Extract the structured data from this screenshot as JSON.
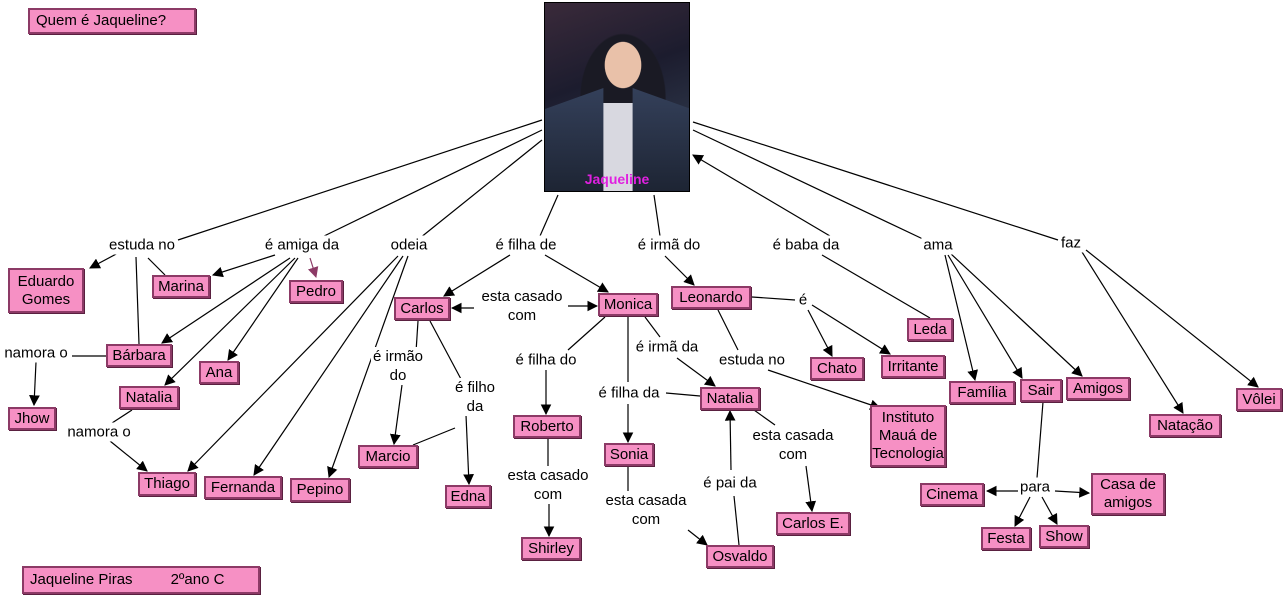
{
  "title": "Quem é Jaqueline?",
  "footer": {
    "name": "Jaqueline Piras",
    "class": "2ºano C"
  },
  "center": {
    "name": "Jaqueline"
  },
  "nodes": {
    "eduardo": "Eduardo\nGomes",
    "marina": "Marina",
    "pedro": "Pedro",
    "barbara": "Bárbara",
    "ana": "Ana",
    "natalia1": "Natalia",
    "jhow": "Jhow",
    "thiago": "Thiago",
    "fernanda": "Fernanda",
    "pepino": "Pepino",
    "carlos": "Carlos",
    "monica": "Monica",
    "marcio": "Marcio",
    "edna": "Edna",
    "roberto": "Roberto",
    "sonia": "Sonia",
    "shirley": "Shirley",
    "natalia2": "Natalia",
    "osvaldo": "Osvaldo",
    "carlose": "Carlos E.",
    "leonardo": "Leonardo",
    "chato": "Chato",
    "irritante": "Irritante",
    "leda": "Leda",
    "instituto": "Instituto\nMauá de\nTecnologia",
    "familia": "Família",
    "sair": "Sair",
    "amigos": "Amigos",
    "natacao": "Natação",
    "volei": "Vôlei",
    "cinema": "Cinema",
    "casa": "Casa de\namigos",
    "festa": "Festa",
    "show": "Show"
  },
  "links": {
    "estuda_no": "estuda no",
    "amiga": "é amiga da",
    "odeia": "odeia",
    "filha_de": "é filha de",
    "irma_do": "é irmã do",
    "baba": "é baba da",
    "ama": "ama",
    "faz": "faz",
    "casado1": "esta casado\ncom",
    "namora1": "namora o",
    "namora2": "namora o",
    "irmao_do": "é irmão\ndo",
    "filho_da": "é filho\nda",
    "filha_do": "é filha do",
    "irma_da": "é irmã da",
    "filha_da": "é filha da",
    "estuda_no2": "estuda no",
    "e": "é",
    "casada1": "esta casada\ncom",
    "pai_da": "é pai da",
    "casado2": "esta casado\ncom",
    "casada2": "esta casada\ncom",
    "para": "para"
  },
  "colors": {
    "node_fill": "#f690c4",
    "node_border": "#8c3a66",
    "center_label": "#e020e0",
    "pedro_arrow": "#8c3a66"
  }
}
